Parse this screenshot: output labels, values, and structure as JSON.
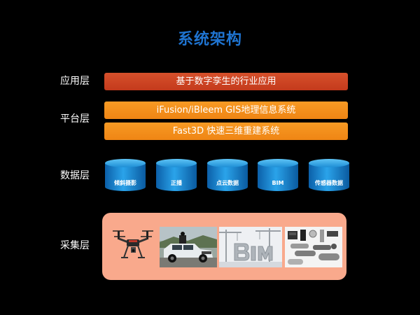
{
  "title": "系统架构",
  "layers": {
    "application": {
      "label": "应用层",
      "bar": "基于数字孪生的行业应用"
    },
    "platform": {
      "label": "平台层",
      "bars": [
        "iFusion/iBleem  GIS地理信息系统",
        "Fast3D 快速三维重建系统"
      ]
    },
    "data": {
      "label": "数据层",
      "items": [
        "倾斜摄影",
        "正播",
        "点云数据",
        "BIM",
        "传感器数据"
      ]
    },
    "collection": {
      "label": "采集层",
      "images": [
        "drone",
        "survey-vehicle",
        "bim-tower-crane",
        "sensors"
      ]
    }
  },
  "colors": {
    "title": "#1f74d1",
    "application_bar": "#c9411f",
    "platform_bar": "#f2891a",
    "cylinder": "#1e90d8",
    "collection_panel": "#f9a98c",
    "background": "#000000"
  }
}
